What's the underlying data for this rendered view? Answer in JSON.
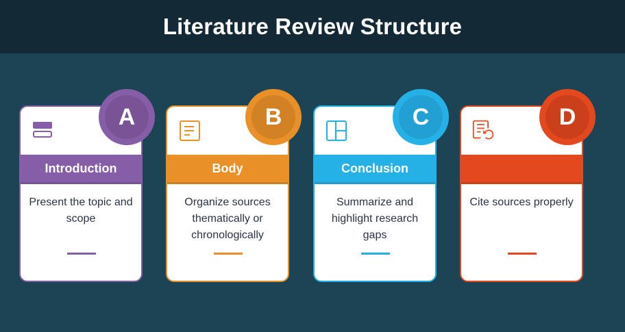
{
  "title": "Literature Review Structure",
  "cards": [
    {
      "letter": "A",
      "label": "Introduction",
      "description": "Present the topic and scope",
      "color": "#865ea8",
      "dark": "#7a5397",
      "icon": "stacked-rows-icon"
    },
    {
      "letter": "B",
      "label": "Body",
      "description": "Organize sources thematically or chronologically",
      "color": "#ea9028",
      "dark": "#d28224",
      "icon": "document-lines-icon"
    },
    {
      "letter": "C",
      "label": "Conclusion",
      "description": "Summarize and highlight research gaps",
      "color": "#25b1e6",
      "dark": "#22a0d3",
      "icon": "layout-panels-icon"
    },
    {
      "letter": "D",
      "label": "",
      "description": "Cite sources properly",
      "color": "#e4481e",
      "dark": "#cc3f1b",
      "icon": "document-refresh-icon"
    }
  ]
}
